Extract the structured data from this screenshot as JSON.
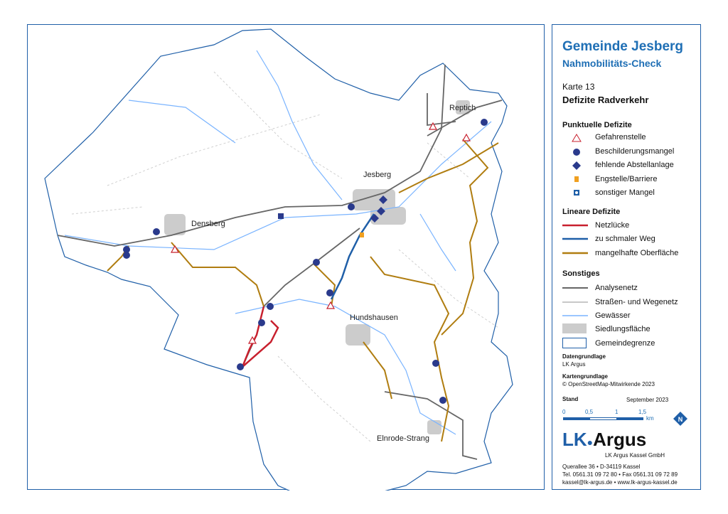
{
  "title": "Gemeinde Jesberg",
  "subtitle": "Nahmobilitäts-Check",
  "map_number": "Karte 13",
  "map_title": "Defizite Radverkehr",
  "places": [
    "Reptich",
    "Jesberg",
    "Densberg",
    "Hundshausen",
    "Elnrode-Strang"
  ],
  "legend": {
    "point_heading": "Punktuelle Defizite",
    "points": [
      {
        "label": "Gefahrenstelle",
        "icon": "warning-triangle-icon"
      },
      {
        "label": "Beschilderungsmangel",
        "icon": "question-circle-icon"
      },
      {
        "label": "fehlende Abstellanlage",
        "icon": "parking-diamond-icon"
      },
      {
        "label": "Engstelle/Barriere",
        "icon": "barrier-icon"
      },
      {
        "label": "sonstiger Mangel",
        "icon": "square-dot-icon"
      }
    ],
    "line_heading": "Lineare Defizite",
    "lines": [
      {
        "label": "Netzlücke",
        "color": "#c8202e"
      },
      {
        "label": "zu schmaler Weg",
        "color": "#1f5fa8"
      },
      {
        "label": "mangelhafte Oberfläche",
        "color": "#b07d10"
      }
    ],
    "other_heading": "Sonstiges",
    "other": [
      {
        "label": "Analysenetz",
        "color": "#666666"
      },
      {
        "label": "Straßen- und Wegenetz",
        "color": "#c8c8c8"
      },
      {
        "label": "Gewässer",
        "color": "#7ab4ff"
      },
      {
        "label": "Siedlungsfläche",
        "color": "#cccccc"
      },
      {
        "label": "Gemeindegrenze",
        "color": "#1f5fa8"
      }
    ]
  },
  "data_source_heading": "Datengrundlage",
  "data_source": "LK Argus",
  "base_map_heading": "Kartengrundlage",
  "base_map": "© OpenStreetMap-Mitwirkende 2023",
  "status_heading": "Stand",
  "status": "September 2023",
  "scale": {
    "ticks": [
      "0",
      "0,5",
      "1",
      "1,5"
    ],
    "unit": "km"
  },
  "north": "N",
  "company": {
    "logo": "LK Argus",
    "name": "LK Argus Kassel GmbH",
    "address": "Querallee 36  •  D-34119 Kassel",
    "phone": "Tel. 0561.31 09 72 80  •  Fax 0561.31 09 72 89",
    "web": "kassel@lk-argus.de  •  www.lk-argus-kassel.de"
  }
}
